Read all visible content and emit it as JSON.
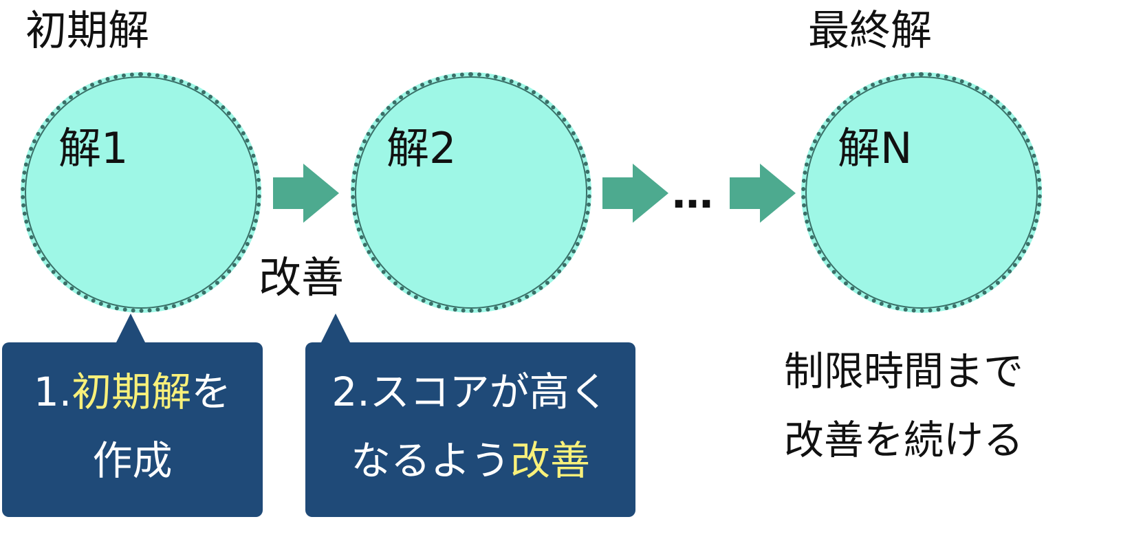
{
  "headings": {
    "initial": "初期解",
    "final": "最終解"
  },
  "nodes": [
    {
      "label": "解1"
    },
    {
      "label": "解2"
    },
    {
      "label": "解N"
    }
  ],
  "ellipsis": "…",
  "step_label": "改善",
  "callouts": {
    "step1": {
      "line1_prefix": "1.",
      "line1_highlight": "初期解",
      "line1_suffix": "を",
      "line2": "作成"
    },
    "step2": {
      "line1": "2.スコアが高く",
      "line2_prefix": "なるよう",
      "line2_highlight": "改善"
    }
  },
  "note": {
    "line1": "制限時間まで",
    "line2": "改善を続ける"
  },
  "colors": {
    "circle_fill": "#9ef7e6",
    "circle_border": "#3a7068",
    "arrow": "#4daa8f",
    "callout_bg": "#1f4a78",
    "highlight": "#f8f07a"
  }
}
